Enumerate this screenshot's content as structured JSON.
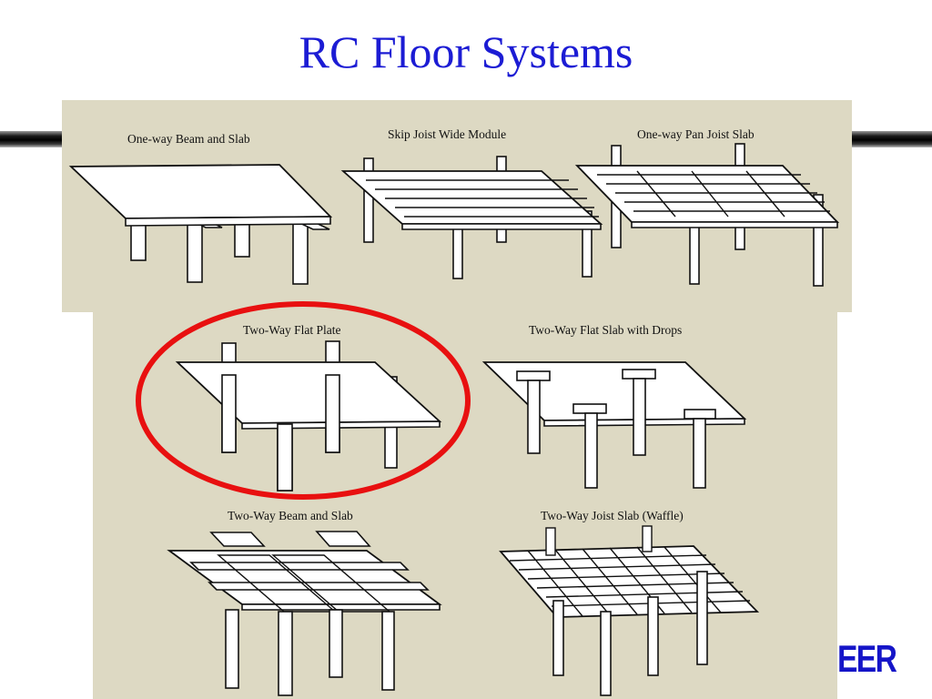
{
  "slide": {
    "title": "RC Floor Systems"
  },
  "systems": [
    {
      "label": "One-way Beam and Slab"
    },
    {
      "label": "Skip Joist Wide Module"
    },
    {
      "label": "One-way Pan Joist Slab"
    },
    {
      "label": "Two-Way Flat Plate",
      "highlighted": true
    },
    {
      "label": "Two-Way Flat Slab with Drops"
    },
    {
      "label": "Two-Way Beam and Slab"
    },
    {
      "label": "Two-Way Joist Slab (Waffle)"
    }
  ],
  "logo": {
    "text": "EER"
  },
  "colors": {
    "title": "#1c1cd4",
    "panel_background": "#ddd9c3",
    "highlight_ring": "#e81010",
    "logo": "#1515c8"
  }
}
